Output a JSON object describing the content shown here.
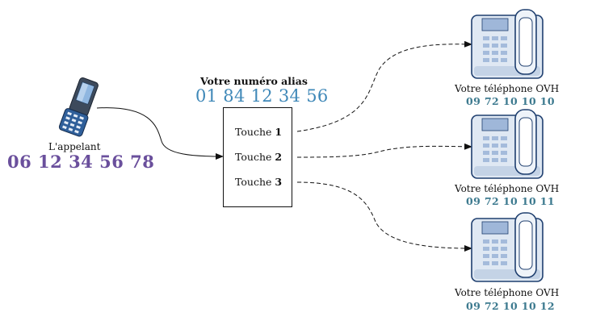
{
  "caller": {
    "label": "L'appelant",
    "number": "06 12 34 56 78",
    "icon": "mobile-phone-icon"
  },
  "alias": {
    "title": "Votre numéro alias",
    "number": "01 84 12 34 56"
  },
  "menu": {
    "keys": [
      {
        "prefix": "Touche",
        "digit": "1"
      },
      {
        "prefix": "Touche",
        "digit": "2"
      },
      {
        "prefix": "Touche",
        "digit": "3"
      }
    ]
  },
  "phones": [
    {
      "label": "Votre téléphone OVH",
      "number": "09 72 10 10 10",
      "icon": "desk-phone-icon"
    },
    {
      "label": "Votre téléphone OVH",
      "number": "09 72 10 10 11",
      "icon": "desk-phone-icon"
    },
    {
      "label": "Votre téléphone OVH",
      "number": "09 72 10 10 12",
      "icon": "desk-phone-icon"
    }
  ],
  "colors": {
    "caller_number": "#6a4f9c",
    "alias_number": "#3f88b8",
    "phone_number": "#3d7a8f",
    "phone_body": "#dfe8f3",
    "phone_outline": "#1f3f6f"
  }
}
